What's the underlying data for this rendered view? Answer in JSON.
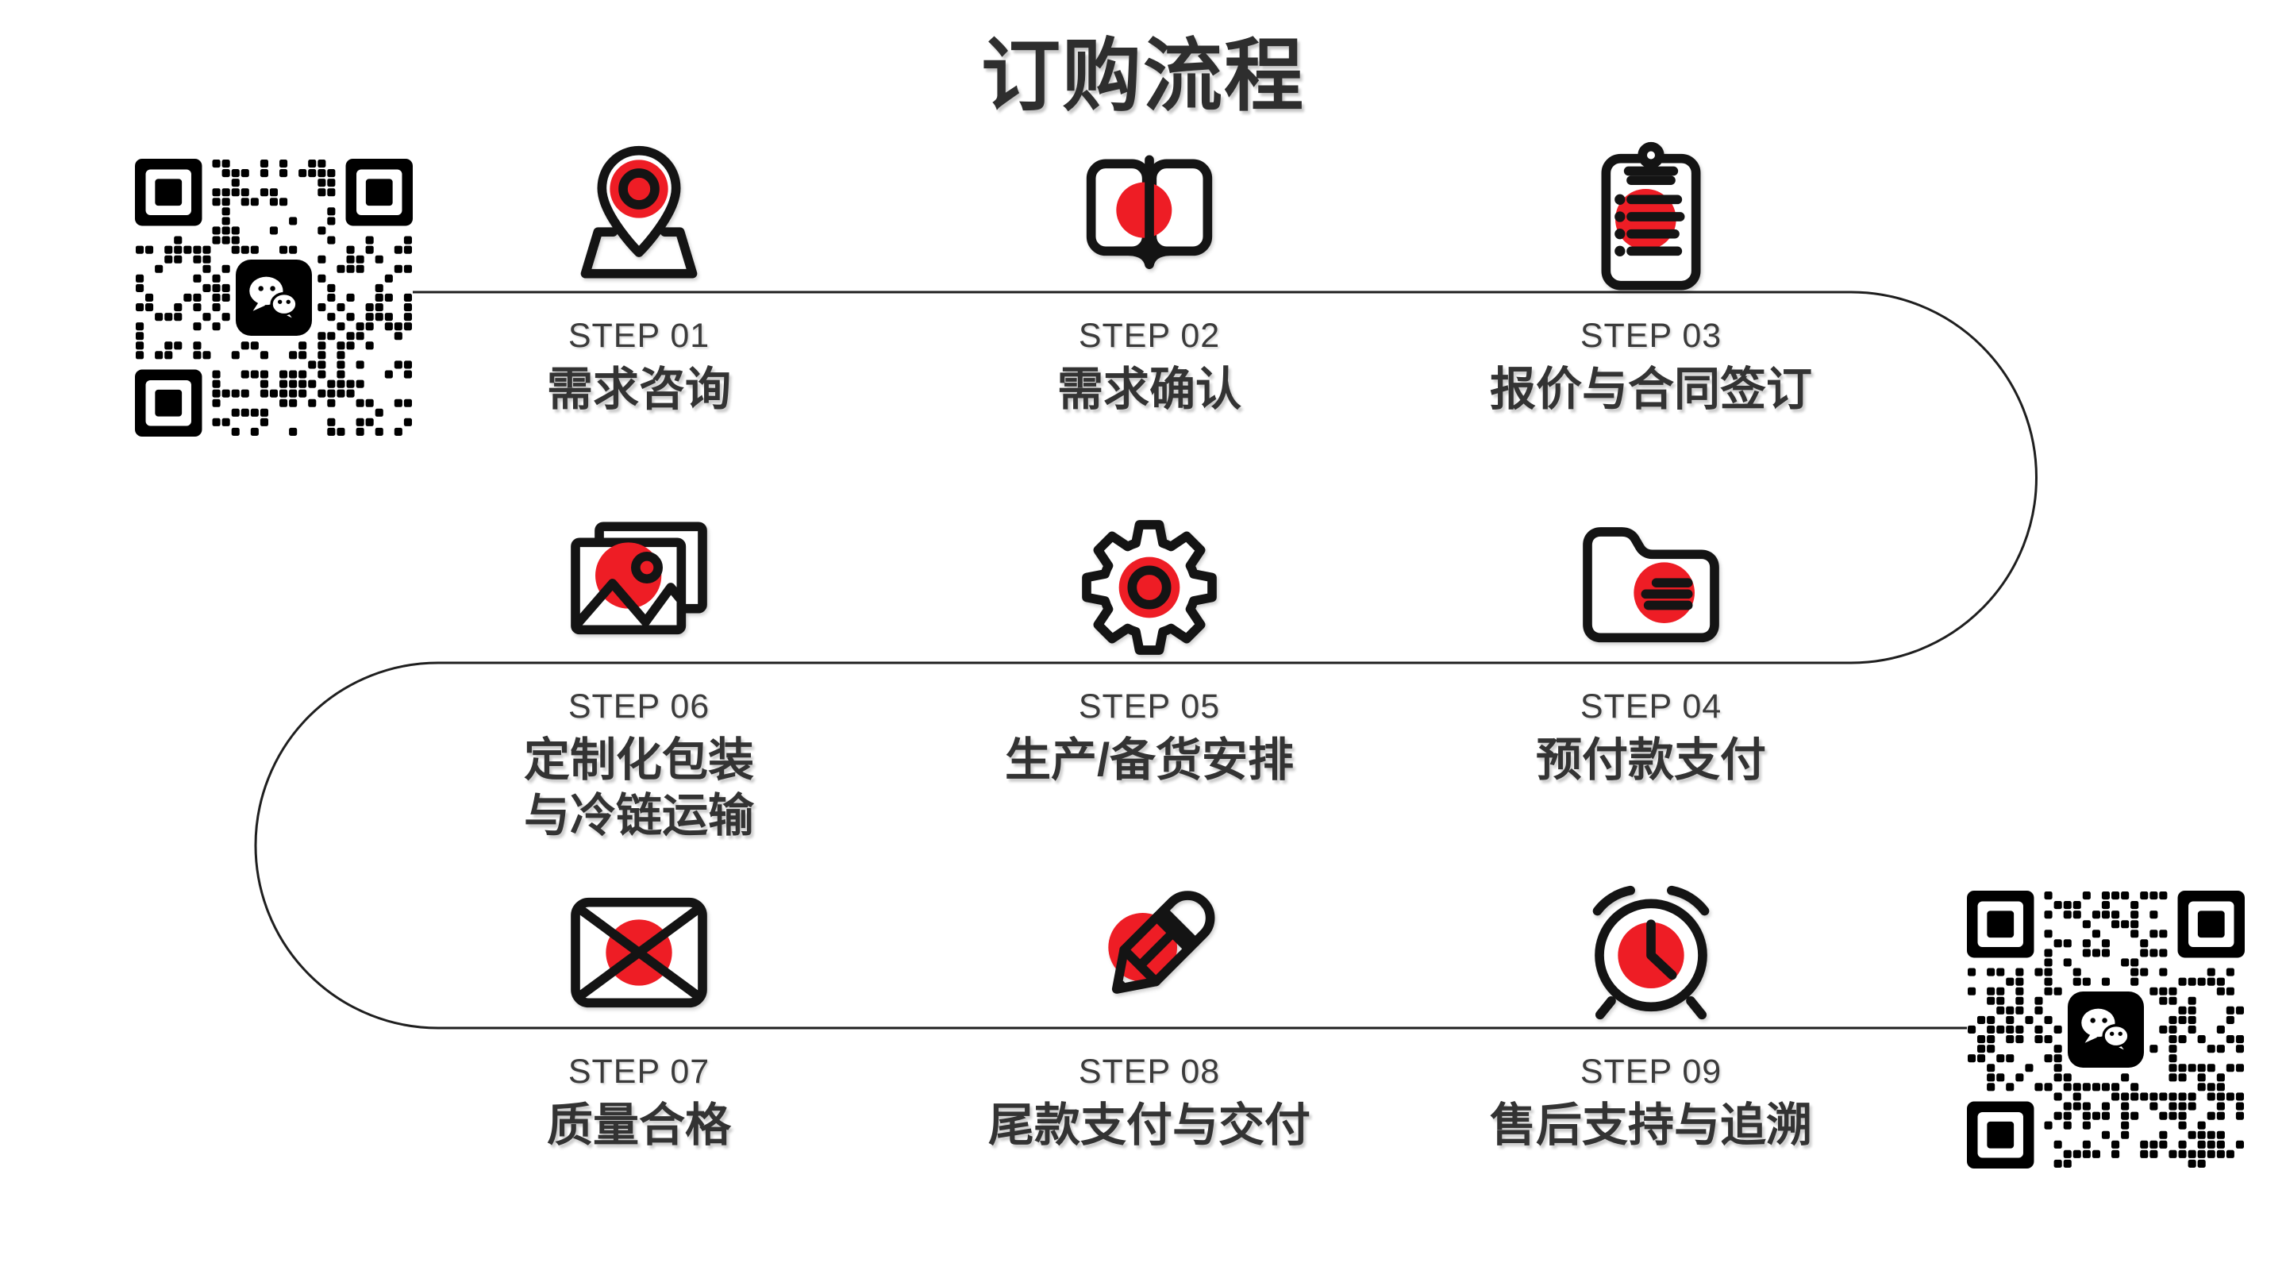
{
  "title": "订购流程",
  "theme": {
    "accent_red": "#ee1d25",
    "ink": "#141414",
    "connector_line": "#1f1f1f",
    "text_dark": "#333333",
    "step_label_color": "#3b3b3b",
    "background": "#ffffff"
  },
  "steps": [
    {
      "id": "01",
      "label": "STEP 01",
      "name": "需求咨询",
      "icon": "map-pin-icon"
    },
    {
      "id": "02",
      "label": "STEP 02",
      "name": "需求确认",
      "icon": "open-book-icon"
    },
    {
      "id": "03",
      "label": "STEP 03",
      "name": "报价与合同签订",
      "icon": "clipboard-checklist-icon"
    },
    {
      "id": "04",
      "label": "STEP 04",
      "name": "预付款支付",
      "icon": "folder-document-icon"
    },
    {
      "id": "05",
      "label": "STEP 05",
      "name": "生产/备货安排",
      "icon": "gear-icon"
    },
    {
      "id": "06",
      "label": "STEP 06",
      "name": "定制化包装\n与冷链运输",
      "icon": "photo-stack-icon"
    },
    {
      "id": "07",
      "label": "STEP 07",
      "name": "质量合格",
      "icon": "envelope-icon"
    },
    {
      "id": "08",
      "label": "STEP 08",
      "name": "尾款支付与交付",
      "icon": "pencil-icon"
    },
    {
      "id": "09",
      "label": "STEP 09",
      "name": "售后支持与追溯",
      "icon": "alarm-clock-icon"
    }
  ],
  "qr_codes": {
    "top_left": {
      "type": "wechat-qr",
      "logo": "wechat-icon"
    },
    "bottom_right": {
      "type": "wechat-qr",
      "logo": "wechat-icon"
    }
  }
}
